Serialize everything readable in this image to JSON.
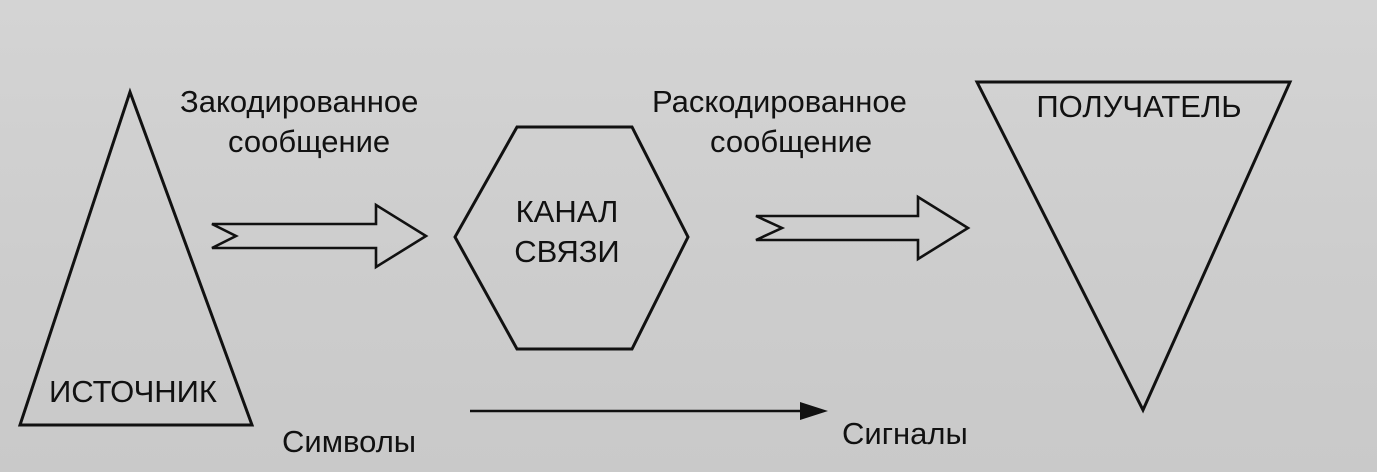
{
  "diagram": {
    "source": {
      "label": "ИСТОЧНИК"
    },
    "encoded": {
      "line1": "Закодированное",
      "line2": "сообщение"
    },
    "channel": {
      "line1": "КАНАЛ",
      "line2": "СВЯЗИ"
    },
    "decoded": {
      "line1": "Раскодированное",
      "line2": "сообщение"
    },
    "receiver": {
      "label": "ПОЛУЧАТЕЛЬ"
    },
    "bottom": {
      "left": "Символы",
      "right": "Сигналы"
    }
  }
}
